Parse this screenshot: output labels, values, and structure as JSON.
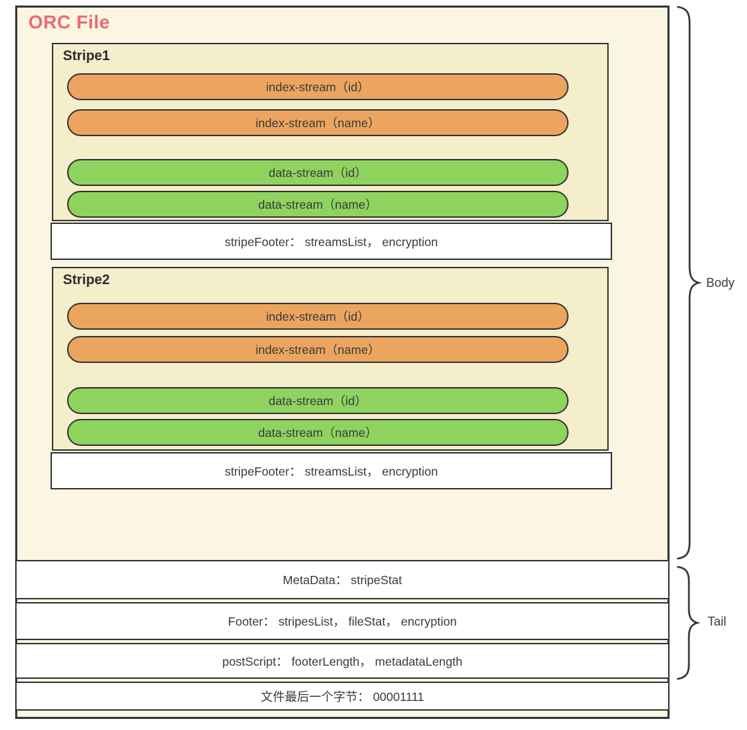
{
  "title": "ORC File",
  "colors": {
    "title_red": "#ef686f",
    "outer_bg": "#faf6e2",
    "stripe_bg": "#f5eecb",
    "index_stream_orange": "#eca55e",
    "data_stream_green": "#8fd35f",
    "border_dark": "#34343a",
    "band_white": "#ffffff",
    "text_dark": "#3a3a40"
  },
  "stripes": [
    {
      "label": "Stripe1",
      "bars": [
        {
          "text": "index-stream（id）",
          "type": "index-stream"
        },
        {
          "text": "index-stream（name）",
          "type": "index-stream"
        },
        {
          "text": "data-stream（id）",
          "type": "data-stream"
        },
        {
          "text": "data-stream（name）",
          "type": "data-stream"
        }
      ],
      "footer": "stripeFooter： streamsList， encryption"
    },
    {
      "label": "Stripe2",
      "bars": [
        {
          "text": "index-stream（id）",
          "type": "index-stream"
        },
        {
          "text": "index-stream（name）",
          "type": "index-stream"
        },
        {
          "text": "data-stream（id）",
          "type": "data-stream"
        },
        {
          "text": "data-stream（name）",
          "type": "data-stream"
        }
      ],
      "footer": "stripeFooter： streamsList， encryption"
    }
  ],
  "tail_bands": [
    "MetaData： stripeStat",
    "Footer： stripesList， fileStat， encryption",
    "postScript： footerLength， metadataLength"
  ],
  "last_byte_band": "文件最后一个字节： 00001111",
  "annotations": {
    "body": "Body",
    "tail": "Tail"
  }
}
